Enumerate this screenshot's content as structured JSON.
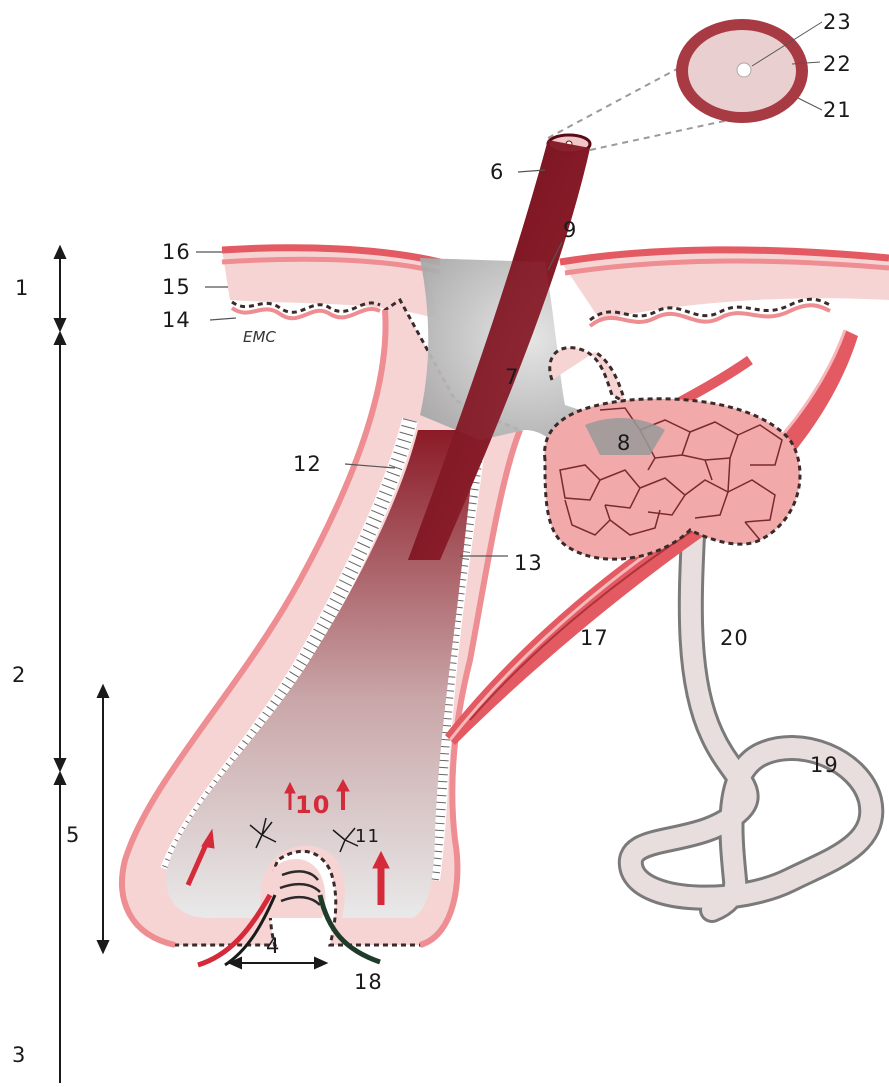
{
  "diagram": {
    "colors": {
      "dermis": "#f6d4d4",
      "epidermis": "#ee8d92",
      "epidermis_dark": "#d8484e",
      "hair_shaft": "#7a0f1c",
      "canal": "#b9b9b9",
      "gland": "#f1a9aa",
      "muscle": "#e35a62",
      "sweat_duct": "#e5dada",
      "nerve": "#1f3b2a"
    },
    "labels": {
      "l1": "1",
      "l2": "2",
      "l3": "3",
      "l4": "4",
      "l5": "5",
      "l6": "6",
      "l7": "7",
      "l8": "8",
      "l9": "9",
      "l10": "10",
      "l11": "11",
      "l12": "12",
      "l13": "13",
      "l14": "14",
      "l15": "15",
      "l16": "16",
      "l17": "17",
      "l18": "18",
      "l19": "19",
      "l20": "20",
      "l21": "21",
      "l22": "22",
      "l23": "23",
      "emc": "EMC"
    }
  }
}
